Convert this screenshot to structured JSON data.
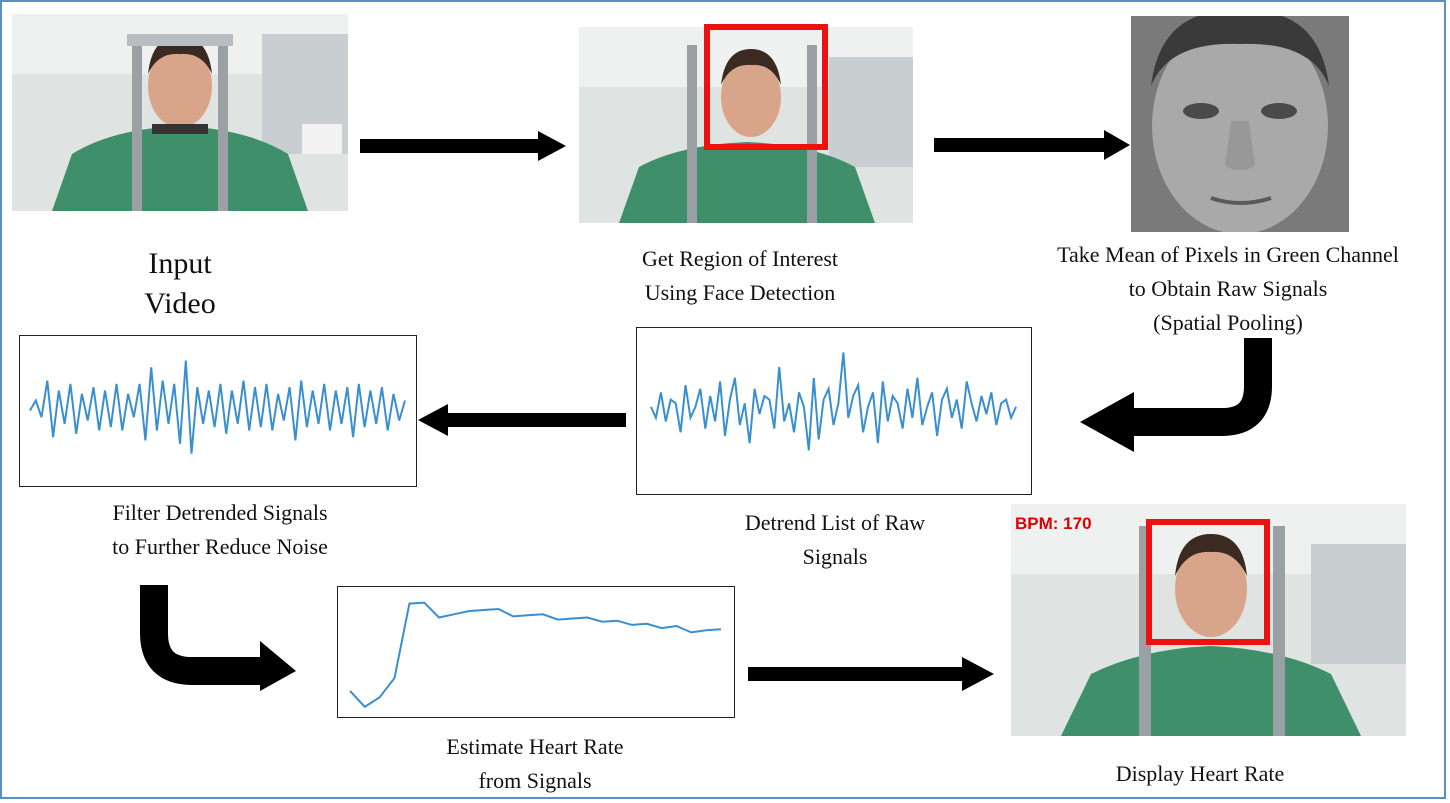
{
  "steps": {
    "input": {
      "label_line1": "Input",
      "label_line2": "Video"
    },
    "roi": {
      "label_line1": "Get Region of Interest",
      "label_line2": "Using Face Detection"
    },
    "mean": {
      "label_line1": "Take Mean of Pixels in Green Channel",
      "label_line2": "to Obtain Raw Signals",
      "label_line3": "(Spatial Pooling)"
    },
    "detrend": {
      "label_line1": "Detrend List of Raw",
      "label_line2": "Signals"
    },
    "filter": {
      "label_line1": "Filter Detrended Signals",
      "label_line2": "to Further Reduce Noise"
    },
    "estimate": {
      "label_line1": "Estimate Heart Rate",
      "label_line2": "from Signals"
    },
    "display": {
      "label_line1": "Display Heart Rate",
      "overlay": "BPM: 170"
    }
  },
  "colors": {
    "signal": "#3a8fd0",
    "box": "#ee1111",
    "arrow": "#000000",
    "frame": "#5b8dc9",
    "sweater": "#3f8f6a"
  },
  "chart_data": [
    {
      "type": "line",
      "name": "detrended-signal",
      "values": [
        0.1,
        -0.2,
        0.5,
        -0.3,
        0.3,
        0.2,
        -0.6,
        0.7,
        -0.2,
        0.1,
        0.6,
        -0.5,
        0.4,
        -0.3,
        0.8,
        -0.7,
        0.3,
        0.9,
        -0.4,
        0.2,
        -0.9,
        0.6,
        -0.1,
        0.4,
        0.3,
        -0.5,
        1.2,
        -0.3,
        0.2,
        -0.6,
        0.5,
        0.1,
        -1.1,
        0.9,
        -0.8,
        0.3,
        0.6,
        -0.4,
        0.2,
        1.6,
        -0.2,
        0.4,
        0.7,
        -0.6,
        0.1,
        0.5,
        -0.9,
        0.8,
        -0.3,
        0.4,
        0.2,
        -0.5,
        0.6,
        -0.2,
        0.9,
        -0.4,
        0.1,
        0.5,
        -0.7,
        0.3,
        0.6,
        -0.2,
        0.3,
        -0.5,
        0.8,
        0.2,
        -0.3,
        0.4,
        -0.1,
        0.5,
        -0.4,
        0.2,
        0.3,
        -0.2,
        0.1
      ],
      "ylim": [
        -2,
        2
      ]
    },
    {
      "type": "line",
      "name": "filtered-signal",
      "values": [
        0,
        0.3,
        -0.2,
        0.9,
        -0.8,
        0.6,
        -0.4,
        0.8,
        -0.7,
        0.5,
        -0.3,
        0.7,
        -0.6,
        0.6,
        -0.5,
        0.8,
        -0.6,
        0.5,
        -0.2,
        0.8,
        -0.9,
        1.3,
        -0.6,
        0.9,
        -0.4,
        0.8,
        -1.0,
        1.5,
        -1.3,
        0.7,
        -0.4,
        0.6,
        -0.5,
        0.8,
        -0.7,
        0.6,
        -0.4,
        0.9,
        -0.6,
        0.7,
        -0.5,
        0.8,
        -0.6,
        0.5,
        -0.3,
        0.7,
        -0.9,
        0.9,
        -0.5,
        0.6,
        -0.4,
        0.8,
        -0.6,
        0.6,
        -0.4,
        0.7,
        -0.8,
        0.8,
        -0.5,
        0.6,
        -0.4,
        0.7,
        -0.6,
        0.5,
        -0.3,
        0.3
      ],
      "ylim": [
        -2,
        2
      ]
    },
    {
      "type": "line",
      "name": "heart-rate-estimate",
      "values": [
        0.18,
        0.03,
        0.12,
        0.3,
        1.0,
        1.01,
        0.87,
        0.9,
        0.93,
        0.94,
        0.95,
        0.88,
        0.89,
        0.9,
        0.85,
        0.86,
        0.87,
        0.83,
        0.84,
        0.8,
        0.81,
        0.77,
        0.79,
        0.73,
        0.75,
        0.76
      ],
      "ylim": [
        0,
        1.1
      ]
    }
  ]
}
